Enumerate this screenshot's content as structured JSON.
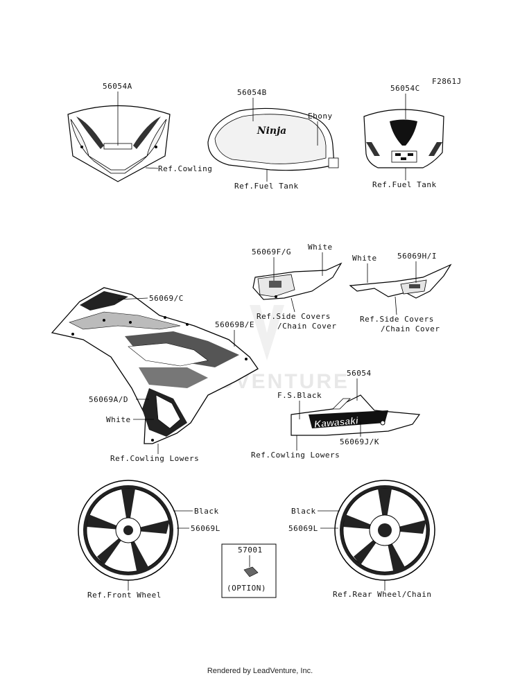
{
  "figure_code": "F2861J",
  "watermark": "LEADVENTURE",
  "footer": "Rendered by LeadVenture, Inc.",
  "labels": {
    "p56054A": "56054A",
    "p56054B": "56054B",
    "p56054C": "56054C",
    "ref_cowling": "Ref.Cowling",
    "ebony": "Ebony",
    "ref_fuel_tank_1": "Ref.Fuel Tank",
    "ref_fuel_tank_2": "Ref.Fuel Tank",
    "p56069FG": "56069F/G",
    "white_1": "White",
    "white_2": "White",
    "p56069HI": "56069H/I",
    "p56069C": "56069/C",
    "ref_side_covers_1a": "Ref.Side Covers",
    "ref_side_covers_1b": "/Chain Cover",
    "ref_side_covers_2a": "Ref.Side Covers",
    "ref_side_covers_2b": "/Chain Cover",
    "p56069BE": "56069B/E",
    "p56054": "56054",
    "fs_black": "F.S.Black",
    "p56069AD": "56069A/D",
    "white_3": "White",
    "p56069JK": "56069J/K",
    "ref_cowling_lowers_1": "Ref.Cowling Lowers",
    "ref_cowling_lowers_2": "Ref.Cowling Lowers",
    "black_1": "Black",
    "p56069L_1": "56069L",
    "black_2": "Black",
    "p56069L_2": "56069L",
    "p57001": "57001",
    "option": "(OPTION)",
    "ref_front_wheel": "Ref.Front Wheel",
    "ref_rear_wheel": "Ref.Rear Wheel/Chain",
    "tank_logo": "Ninja",
    "fairing_logo": "Kawasaki"
  }
}
